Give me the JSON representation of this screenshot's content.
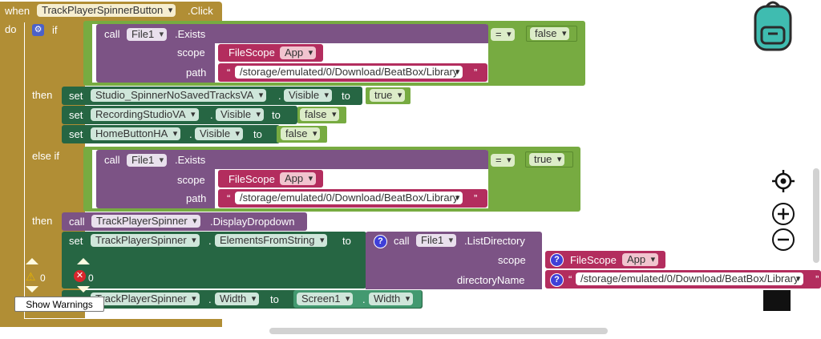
{
  "event": {
    "when": "when",
    "component": "TrackPlayerSpinnerButton",
    "event_name": ".Click",
    "do": "do"
  },
  "if_block": {
    "if": "if",
    "then1": "then",
    "elseif": "else if",
    "then2": "then"
  },
  "cond1": {
    "call": "call",
    "component": "File1",
    "method": ".Exists",
    "scope_label": "scope",
    "scope_block": "FileScope",
    "scope_value": "App",
    "path_label": "path",
    "path_open": "“",
    "path_value": "/storage/emulated/0/Download/BeatBox/Library",
    "path_close": "”",
    "op": "=",
    "compare": "false"
  },
  "sets1": [
    {
      "set": "set",
      "component": "Studio_SpinnerNoSavedTracksVA",
      "prop": "Visible",
      "to": "to",
      "value": "true"
    },
    {
      "set": "set",
      "component": "RecordingStudioVA",
      "prop": "Visible",
      "to": "to",
      "value": "false"
    },
    {
      "set": "set",
      "component": "HomeButtonHA",
      "prop": "Visible",
      "to": "to",
      "value": "false"
    }
  ],
  "cond2": {
    "call": "call",
    "component": "File1",
    "method": ".Exists",
    "scope_label": "scope",
    "scope_block": "FileScope",
    "scope_value": "App",
    "path_label": "path",
    "path_open": "“",
    "path_value": "/storage/emulated/0/Download/BeatBox/Library",
    "path_close": "”",
    "op": "=",
    "compare": "true"
  },
  "then2": {
    "call": "call",
    "component": "TrackPlayerSpinner",
    "method": ".DisplayDropdown",
    "set": "set",
    "set_component": "TrackPlayerSpinner",
    "set_prop": "ElementsFromString",
    "to": "to",
    "ld_call": "call",
    "ld_component": "File1",
    "ld_method": ".ListDirectory",
    "scope_label": "scope",
    "scope_block": "FileScope",
    "scope_value": "App",
    "dir_label": "directoryName",
    "dir_open": "“",
    "dir_value": "/storage/emulated/0/Download/BeatBox/Library",
    "dir_close": "”",
    "width_component": "TrackPlayerSpinner",
    "width_prop": "Width",
    "width_to": "to",
    "width_value_component": "Screen1",
    "width_value_prop": "Width"
  },
  "warnings": {
    "warning_count": "0",
    "error_count": "0",
    "show_button": "Show Warnings"
  },
  "colors": {
    "control": "#b18e35",
    "logic": "#77ab41",
    "procedure": "#7c5385",
    "text": "#b32d5e",
    "component": "#266643",
    "help": "#3f3fd8"
  },
  "icons": {
    "backpack": "backpack-icon",
    "center": "crosshair-icon",
    "zoom_in": "zoom-in-icon",
    "zoom_out": "zoom-out-icon",
    "gear": "gear-icon",
    "help": "help-icon"
  }
}
